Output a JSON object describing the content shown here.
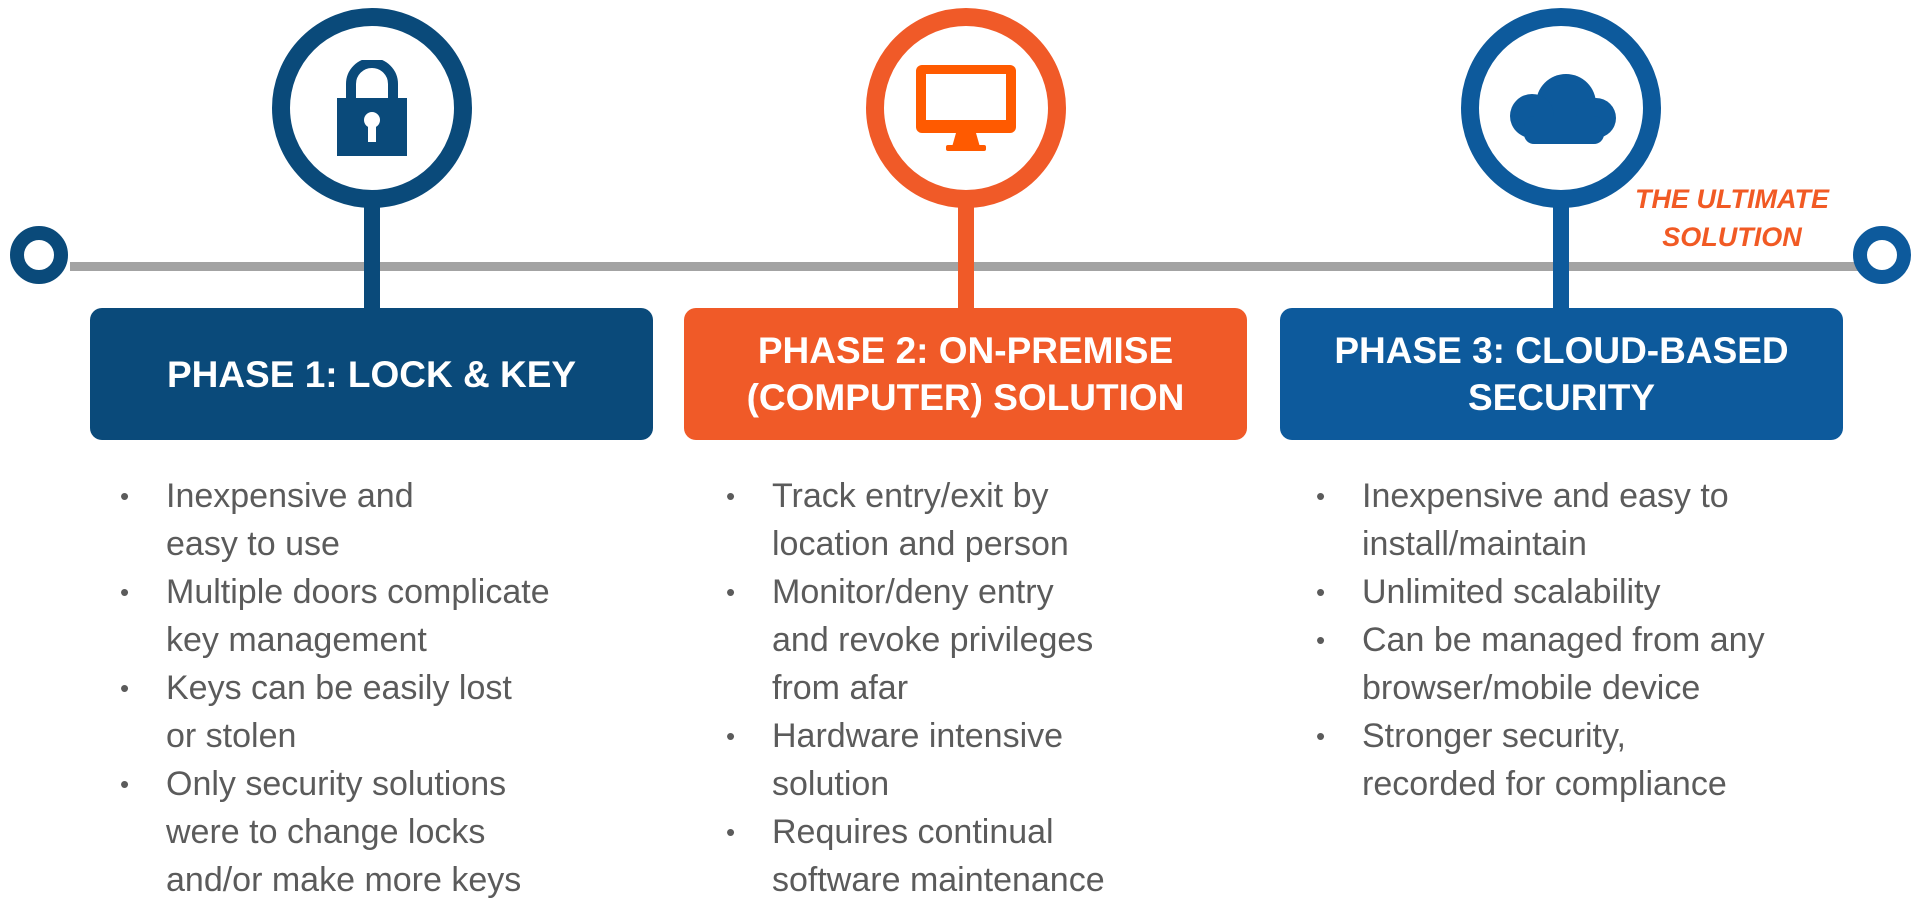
{
  "colors": {
    "phase1": "#0a4a7a",
    "phase2": "#f05a28",
    "phase3": "#0d5a9c",
    "line": "#a3a3a3",
    "body_text": "#5b5b5b",
    "callout": "#f15a24"
  },
  "callout": {
    "line1": "THE ULTIMATE",
    "line2": "SOLUTION"
  },
  "phases": [
    {
      "icon": "lock-icon",
      "title_line1": "PHASE 1: LOCK & KEY",
      "title_line2": "",
      "bullets": [
        {
          "line1": "Inexpensive and",
          "line2": "easy to use",
          "line3": ""
        },
        {
          "line1": "Multiple doors complicate",
          "line2": "key management",
          "line3": ""
        },
        {
          "line1": "Keys can be easily lost",
          "line2": "or stolen",
          "line3": ""
        },
        {
          "line1": "Only security solutions",
          "line2": "were to change locks",
          "line3": "and/or make more keys"
        }
      ]
    },
    {
      "icon": "computer-monitor-icon",
      "title_line1": "PHASE 2: ON-PREMISE",
      "title_line2": "(COMPUTER) SOLUTION",
      "bullets": [
        {
          "line1": "Track entry/exit by",
          "line2": "location and person",
          "line3": ""
        },
        {
          "line1": "Monitor/deny entry",
          "line2": "and revoke privileges",
          "line3": "from afar"
        },
        {
          "line1": "Hardware intensive",
          "line2": "solution",
          "line3": ""
        },
        {
          "line1": "Requires continual",
          "line2": "software maintenance",
          "line3": ""
        }
      ]
    },
    {
      "icon": "cloud-icon",
      "title_line1": "PHASE 3: CLOUD-BASED",
      "title_line2": "SECURITY",
      "bullets": [
        {
          "line1": "Inexpensive and easy to",
          "line2": "install/maintain",
          "line3": ""
        },
        {
          "line1": "Unlimited scalability",
          "line2": "",
          "line3": ""
        },
        {
          "line1": "Can be managed from any",
          "line2": "browser/mobile device",
          "line3": ""
        },
        {
          "line1": "Stronger security,",
          "line2": "recorded for compliance",
          "line3": ""
        }
      ]
    }
  ]
}
